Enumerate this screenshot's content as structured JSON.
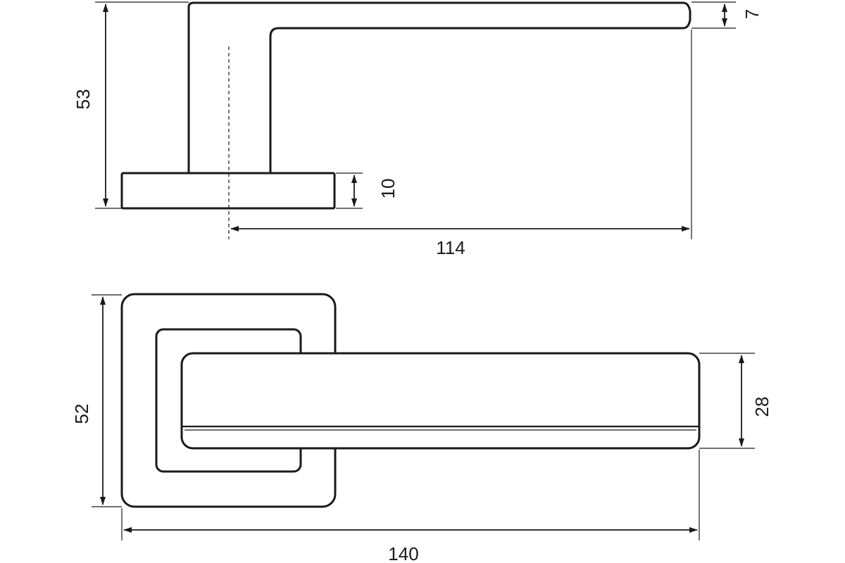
{
  "side_view": {
    "dim_height": "53",
    "dim_tip_thickness": "7",
    "dim_rose_thickness": "10",
    "dim_projection": "114"
  },
  "top_view": {
    "dim_rose_height": "52",
    "dim_lever_width": "28",
    "dim_total_length": "140"
  },
  "colors": {
    "stroke": "#1a1a1a",
    "background": "#ffffff"
  }
}
